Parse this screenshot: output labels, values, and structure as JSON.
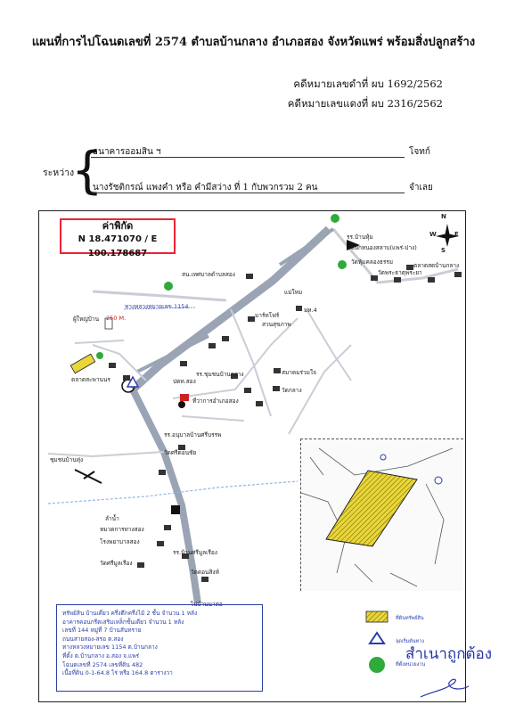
{
  "header": {
    "title": "แผนที่การไปโฉนดเลขที่ 2574 ตำบลบ้านกลาง อำเภอสอง จังหวัดแพร่ พร้อมสิ่งปลูกสร้าง",
    "black_case": "คดีหมายเลขดำที่ ผบ 1692/2562",
    "red_case": "คดีหมายเลขแดงที่ ผบ 2316/2562"
  },
  "parties": {
    "between_label": "ระหว่าง",
    "plaintiff": "ธนาคารออมสิน ฯ",
    "plaintiff_role": "โจทก์",
    "defendant": "นางรัชติกรณ์ แพงคำ หรือ คำมีสว่าง ที่ 1 กับพวกรวม 2 คน",
    "defendant_role": "จำเลย"
  },
  "map": {
    "coord_title": "ค่าพิกัด",
    "coord_value": "N 18.471070 / E 100.178687",
    "compass": {
      "n": "N",
      "s": "S",
      "e": "E",
      "w": "W"
    },
    "distance": "250 M.",
    "labels": {
      "l1": "รร.บ้านหุ้ม",
      "l2": "แยกหนองสลาบ(แพร่-ปาง)",
      "l3": "วัดหุ้มคลองธรรม",
      "l4": "วัดพระธาตุพระยา",
      "l5": "ตลาดสดบ้านกลาง",
      "l6": "สน.เทศบาลตำบลสอง",
      "l7": "ทางหลวงหมายเลข 1154",
      "l8": "แม่ใหม",
      "l9": "มาร์ทโฟร์",
      "l10": "สวนสุขภาพ",
      "l11": "ผู้ใหญ่บ้าน",
      "l12": "ตลาดสะพานนร",
      "l13": "ปตท.สอง",
      "l14": "รร.ชุมชนบ้านกลาง",
      "l15": "สมาคมร่วมใจ",
      "l16": "วัดกลาง",
      "l17": "ที่ว่าการอำเภอสอง",
      "l18": "รร.อนุบาลบ้านศรีบรรพ",
      "l19": "วัดศรีดอนชัย",
      "l20": "ชุมชนบ้านทุ่ง",
      "l21": "ลำน้ำ",
      "l22": "หมวดการทางสอง",
      "l23": "โรงพยาบาลสอง",
      "l24": "วัดศรีมูลเรือง",
      "l25": "รร.บ้านศรีมูลเรือง",
      "l26": "วัดดอนสิงห์",
      "l27": "ไปบ้านนาตอ",
      "l28": "มห.4"
    }
  },
  "info_box": {
    "lines": [
      "ทรัพย์สิน บ้านเดี่ยว ครึ่งตึกครึ่งไม้ 2 ชั้น จำนวน 1 หลัง",
      "อาคารคอนกรีตเสริมเหล็กชั้นเดียว จำนวน 1 หลัง",
      "เลขที่ 144 หมู่ที่ 7 บ้านสันทราย",
      "ถนนสายสอง-สรอ ต.สอง",
      "ทางหลวงหมายเลข 1154 ต.บ้านกลาง",
      "ที่ตั้ง ต.บ้านกลาง อ.สอง จ.แพร่",
      "โฉนดเลขที่ 2574 เลขที่ดิน 482",
      "เนื้อที่ดิน 0-1-64.8 ไร่ หรือ 164.8 ตารางวา"
    ]
  },
  "legend": {
    "land": "ที่ดินทรัพย์สิน",
    "route": "จุดเริ่มต้นทาง",
    "landmark": "ที่ตั้งหน่วยงาน"
  },
  "stamp": {
    "text": "สำเนาถูกต้อง"
  },
  "colors": {
    "road": "#9aa4b4",
    "road_light": "#c9ced6",
    "plot_fill": "#e8d63a",
    "landmark_green": "#2faa3b",
    "coord_border": "#e23333",
    "ink_blue": "#2636a6"
  }
}
